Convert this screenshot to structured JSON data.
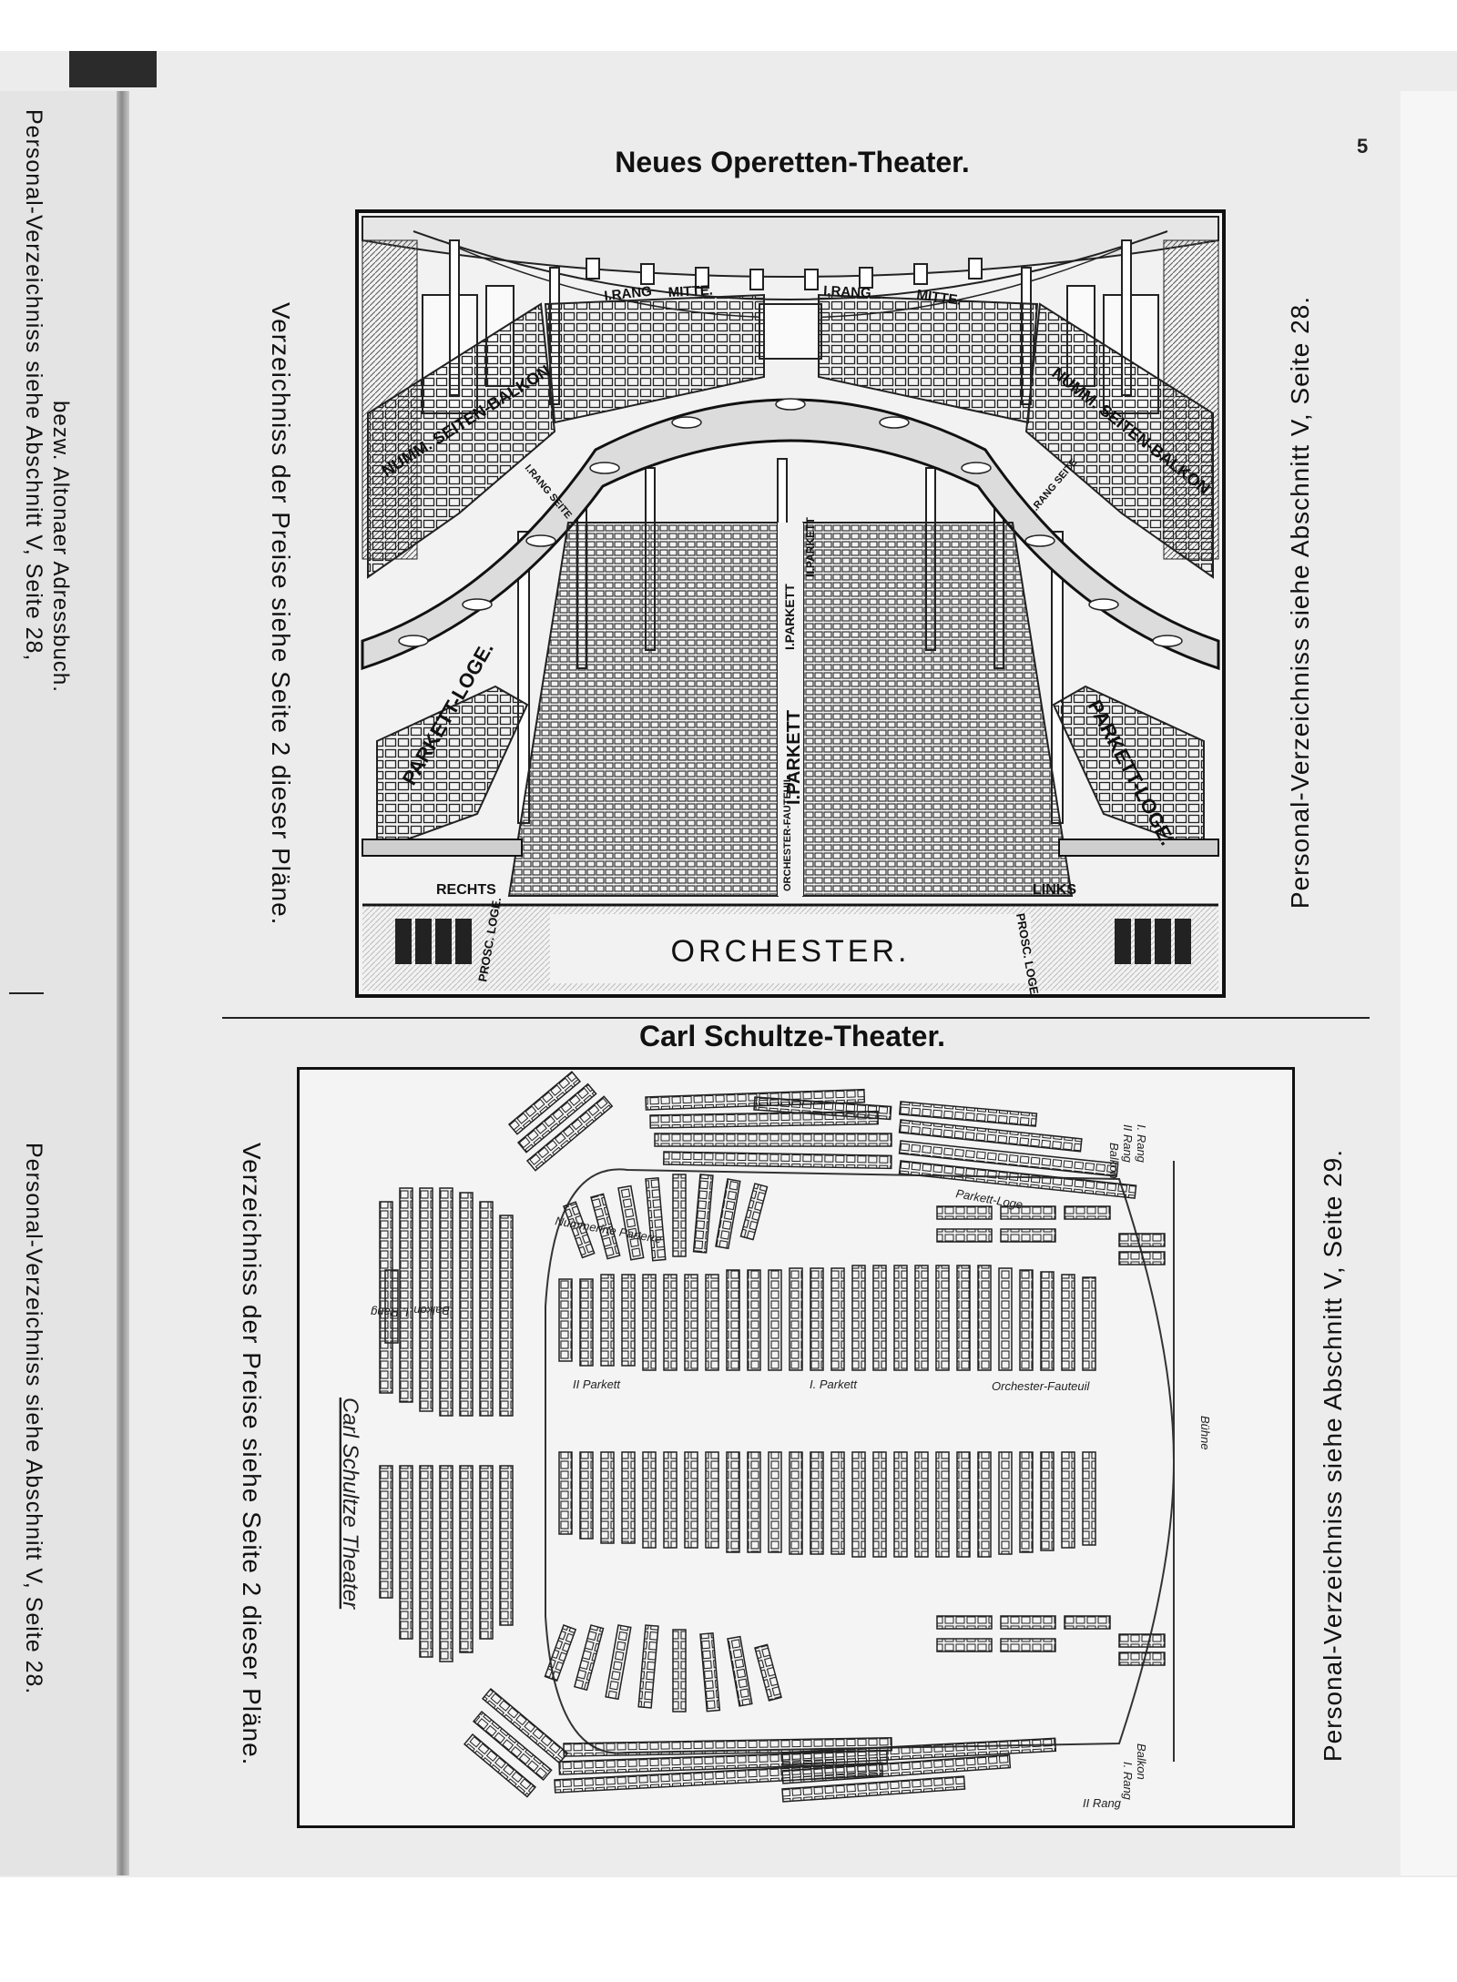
{
  "page": {
    "number": "5"
  },
  "left_page": {
    "upper_line1": "Personal-Verzeichniss siehe Abschnitt V, Seite 28,",
    "upper_line2": "bezw. Altonaer Adressbuch.",
    "lower_line": "Personal-Verzeichniss siehe Abschnitt V, Seite 28."
  },
  "top_plan": {
    "title": "Neues Operetten-Theater.",
    "left_note": "Verzeichniss der Preise siehe Seite 2 dieser Pläne.",
    "right_note": "Personal-Verzeichniss siehe Abschnitt V, Seite 28.",
    "labels": {
      "rang_left": "I.RANG",
      "mitte_left": "MITTE.",
      "rang_right": "I.RANG",
      "mitte_right": "MITTE.",
      "balkon_left": "NUMM. SEITEN-BALKON",
      "balkon_right": "NUMM. SEITEN-BALKON",
      "rang_seite_left": "I.RANG SEITE",
      "rang_seite_right": "I.RANG SEITE",
      "loge_left": "PARKETT-LOGE.",
      "loge_right": "PARKETT-LOGE.",
      "parkett1": "I.PARKETT",
      "parkett2": "II.PARKETT",
      "parkett1_center": "I.PARKETT",
      "orchester_fauteuil": "ORCHESTER-FAUTEUIL.",
      "rechts": "RECHTS",
      "links": "LINKS",
      "prosc_loge_left": "PROSC. LOGE.",
      "prosc_loge_right": "PROSC. LOGE.",
      "orchester": "ORCHESTER."
    }
  },
  "bottom_plan": {
    "title": "Carl Schultze-Theater.",
    "left_note": "Verzeichniss der Preise siehe Seite 2 dieser Pläne.",
    "right_note": "Personal-Verzeichniss siehe Abschnitt V, Seite 29.",
    "labels": {
      "signature": "Carl Schultze Theater",
      "i_rang_top": "I. Rang",
      "ii_rang_top": "II Rang",
      "balkon_top": "Balkon",
      "balkon_side": "Balkon",
      "i_rang_side": "I. Rang",
      "nummerirte_parterre": "Nummerirte Parterre",
      "parkett_loge": "Parkett-Loge",
      "ii_parkett": "II Parkett",
      "i_parkett": "I. Parkett",
      "orchester_fauteuil": "Orchester-Fauteuil",
      "buehne": "Bühne",
      "ii_rang_bottom": "II Rang",
      "i_rang_bottom": "I. Rang",
      "balkon_bottom": "Balkon"
    }
  }
}
